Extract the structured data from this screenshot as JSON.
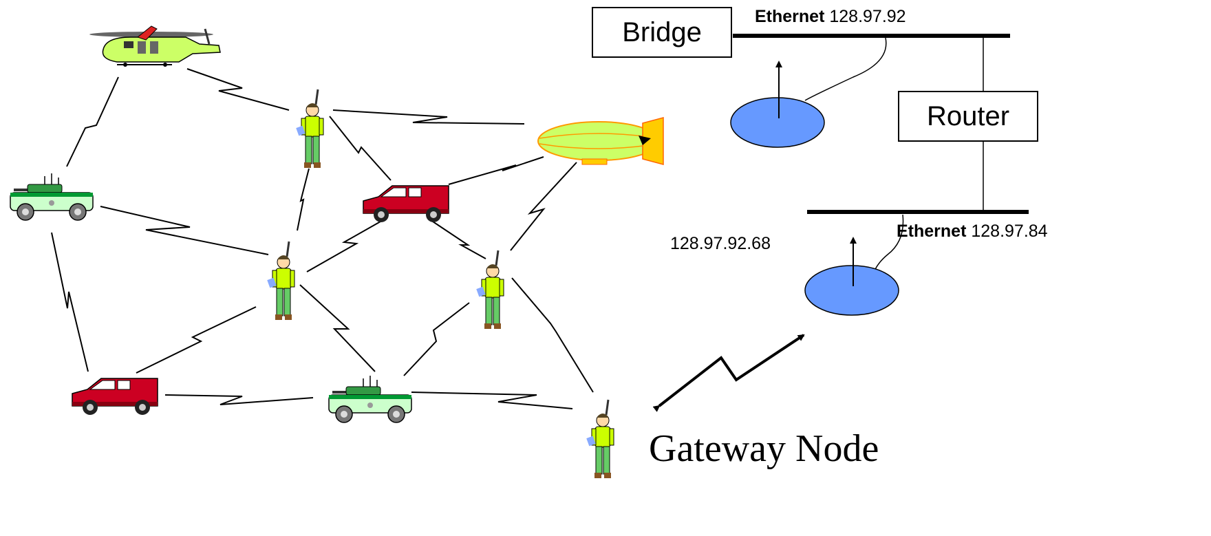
{
  "network": {
    "bridge_label": "Bridge",
    "router_label": "Router",
    "ethernet_top": {
      "name": "Ethernet",
      "address": "128.97.92"
    },
    "ethernet_bottom": {
      "name": "Ethernet",
      "address": "128.97.84"
    },
    "host_address": "128.97.92.68",
    "gateway_label": "Gateway Node"
  },
  "colors": {
    "wire": "#000000",
    "host_disk": "#6699ff",
    "helicopter": "#ccff66",
    "blimp": "#ccff66",
    "tank_body": "#ccffcc",
    "tank_accent": "#009933",
    "van": "#cc0022",
    "soldier_shirt": "#ccff00",
    "soldier_pants": "#66cc66",
    "soldier_boots": "#885522"
  }
}
